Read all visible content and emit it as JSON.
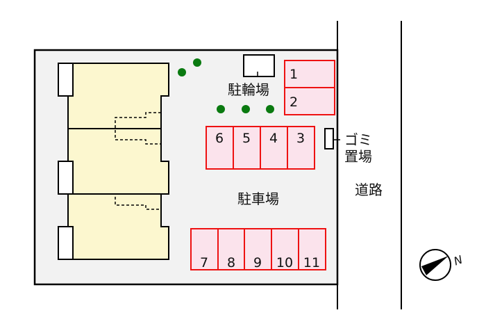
{
  "labels": {
    "bicycle_parking": "駐輪場",
    "parking_lot": "駐車場",
    "garbage_line1": "ゴミ",
    "garbage_line2": "置場",
    "road": "道路",
    "north": "N"
  },
  "parking_slots": {
    "right_top": [
      "1",
      "2"
    ],
    "middle_row": [
      "6",
      "5",
      "4",
      "3"
    ],
    "bottom_row": [
      "7",
      "8",
      "9",
      "10",
      "11"
    ]
  },
  "colors": {
    "site": "#f2f2f2",
    "building": "#fcf7cf",
    "slot_fill": "#fbe3ec",
    "slot_stroke": "#ee1111",
    "tree": "#0a7a10"
  }
}
